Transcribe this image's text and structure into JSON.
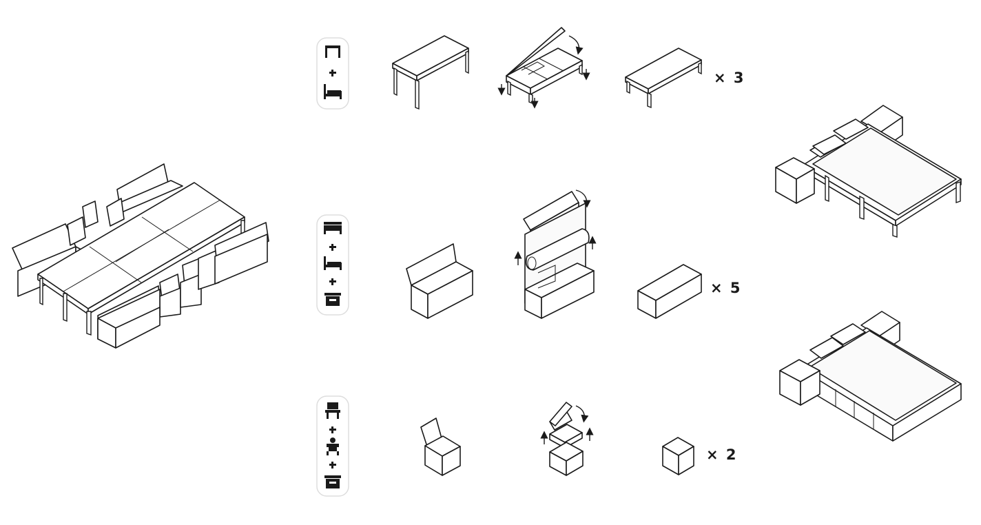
{
  "quantities": {
    "row1": "× 3",
    "row2": "× 5",
    "row3": "× 2"
  },
  "icons": {
    "row1": [
      "table-icon",
      "plus-icon",
      "bed-icon"
    ],
    "row2": [
      "bench-icon",
      "plus-icon",
      "bed-icon",
      "plus-icon",
      "storage-box-icon"
    ],
    "row3": [
      "chair-icon",
      "plus-icon",
      "person-icon",
      "plus-icon",
      "storage-box-icon"
    ]
  },
  "colors": {
    "line": "#1a1a1a",
    "background": "#ffffff",
    "icon_panel_border": "#dddddd"
  }
}
